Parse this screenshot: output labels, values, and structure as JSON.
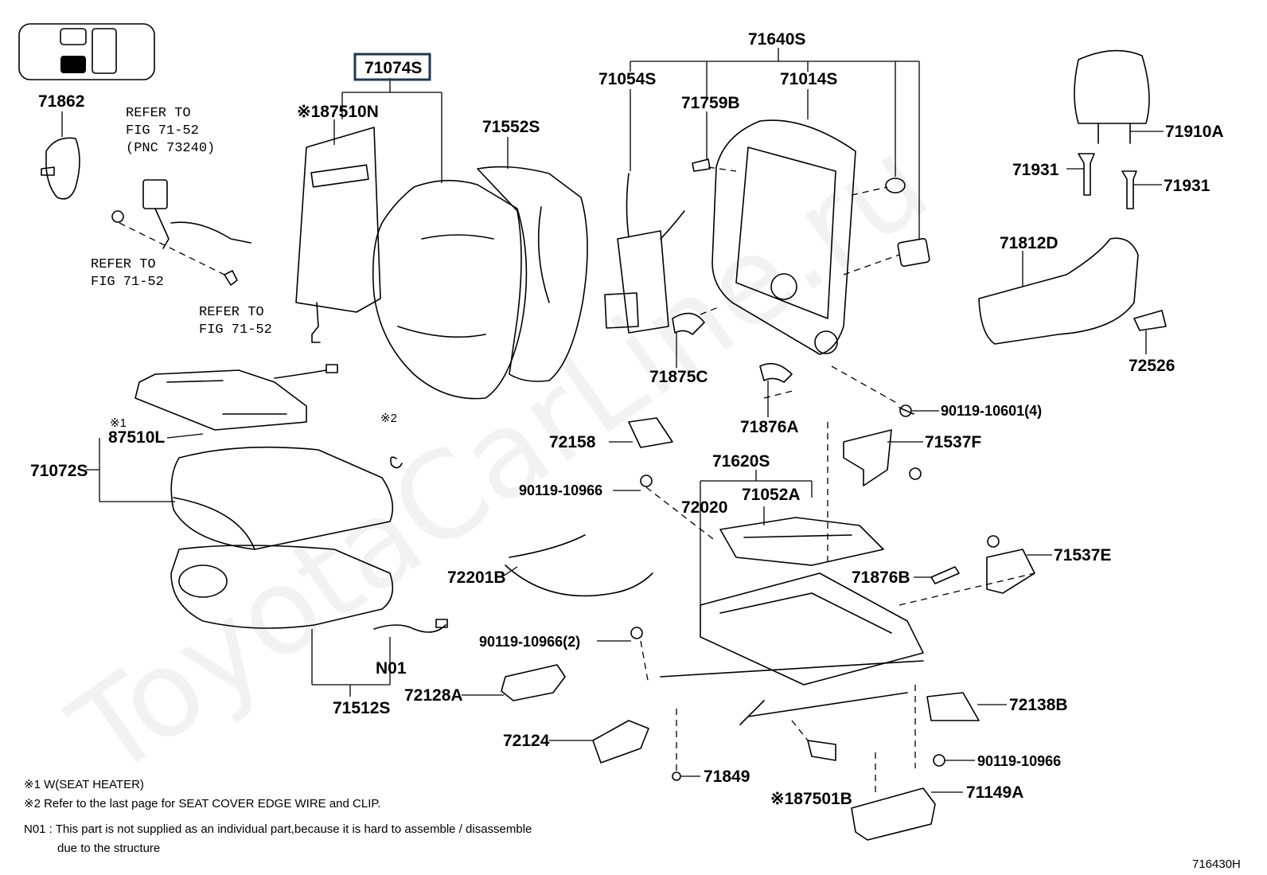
{
  "diagram_code": "716430H",
  "watermark": "ToyotaCarLine.ru",
  "highlighted_part": "71074S",
  "parts": {
    "p71862": "71862",
    "p71074S": "71074S",
    "p87510N": "※187510N",
    "p71552S": "71552S",
    "p71054S": "71054S",
    "p71640S": "71640S",
    "p71759B": "71759B",
    "p71014S": "71014S",
    "p71910A": "71910A",
    "p71931a": "71931",
    "p71931b": "71931",
    "p71812D": "71812D",
    "p72526": "72526",
    "p71875C": "71875C",
    "p71876A": "71876A",
    "p90119_10601": "90119-10601(4)",
    "p71537F": "71537F",
    "p72158": "72158",
    "p90119_10966a": "90119-10966",
    "p71620S": "71620S",
    "p71052A": "71052A",
    "p72020": "72020",
    "p72201B": "72201B",
    "p71876B": "71876B",
    "p71537E": "71537E",
    "p90119_10966_2": "90119-10966(2)",
    "p72128A": "72128A",
    "p72124": "72124",
    "p71849": "71849",
    "p87501B": "※187501B",
    "p72138B": "72138B",
    "p90119_10966b": "90119-10966",
    "p71149A": "71149A",
    "p87510L_mark": "※1",
    "p87510L": "87510L",
    "p71072S": "71072S",
    "p71512S": "71512S",
    "pN01": "N01",
    "mark2": "※2"
  },
  "refs": {
    "r1_line1": "REFER TO",
    "r1_line2": "FIG 71-52",
    "r1_line3": "(PNC 73240)",
    "r2_line1": "REFER TO",
    "r2_line2": "FIG 71-52",
    "r3_line1": "REFER TO",
    "r3_line2": "FIG 71-52"
  },
  "footnotes": {
    "n1": "※1  W(SEAT  HEATER)",
    "n2": "※2  Refer to the last page for SEAT COVER EDGE WIRE and CLIP.",
    "n3a": "N01 :  This part is not supplied as an individual part,because it is hard to assemble / disassemble",
    "n3b": "due to the structure"
  }
}
